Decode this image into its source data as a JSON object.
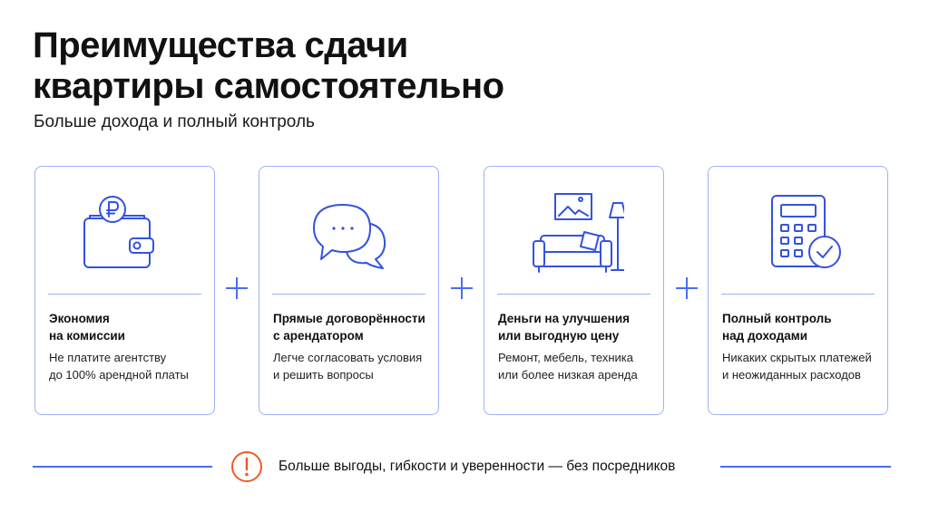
{
  "header": {
    "title_line1": "Преимущества сдачи",
    "title_line2": "квартиры самостоятельно",
    "subtitle": "Больше дохода и полный контроль"
  },
  "cards": [
    {
      "icon": "wallet-ruble-icon",
      "title_line1": "Экономия",
      "title_line2": "на комиссии",
      "text_line1": "Не платите агентству",
      "text_line2": "до 100% арендной платы"
    },
    {
      "icon": "chat-bubbles-icon",
      "title_line1": "Прямые договорённости",
      "title_line2": "с арендатором",
      "text_line1": "Легче согласовать условия",
      "text_line2": "и решить вопросы"
    },
    {
      "icon": "living-room-icon",
      "title_line1": "Деньги на улучшения",
      "title_line2": "или выгодную цену",
      "text_line1": "Ремонт, мебель, техника",
      "text_line2": "или более низкая аренда"
    },
    {
      "icon": "calculator-check-icon",
      "title_line1": "Полный контроль",
      "title_line2": "над доходами",
      "text_line1": "Никаких скрытых платежей",
      "text_line2": "и неожиданных расходов"
    }
  ],
  "footer": {
    "icon": "exclamation-circle-icon",
    "text": "Больше выгоды, гибкости и уверенности — без посредников"
  },
  "colors": {
    "accent_blue": "#3452e0",
    "card_border": "#9fb2f6",
    "alert_orange": "#f05a28",
    "text": "#111111"
  }
}
